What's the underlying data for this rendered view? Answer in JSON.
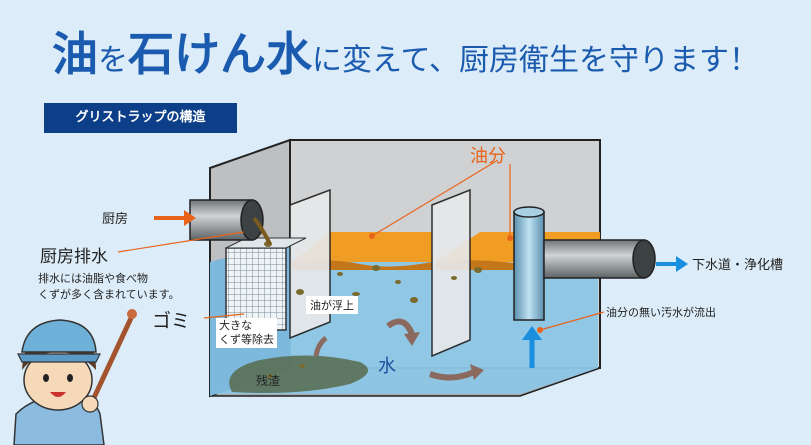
{
  "title": {
    "part1": "油",
    "part2": "を",
    "part3": "石けん水",
    "part4": "に変えて、厨房衛生を守ります！"
  },
  "badge": "グリストラップの構造",
  "labels": {
    "kitchen": "厨房",
    "kitchen_drain": "厨房排水",
    "drain_desc_1": "排水には油脂や食べ物",
    "drain_desc_2": "くずが多く含まれています。",
    "trash": "ゴミ",
    "large_waste_1": "大きな",
    "large_waste_2": "くず等除去",
    "oil_float": "油が浮上",
    "water": "水",
    "residue": "残渣",
    "oil": "油分",
    "sewer": "下水道・浄化槽",
    "clean_outflow": "油分の無い汚水が流出"
  },
  "colors": {
    "title_blue": "#1a5bb0",
    "badge_navy": "#0d3f88",
    "water": "#8cc6e6",
    "oil": "#f29a1a",
    "arrow_orange": "#e8641a",
    "arrow_blue": "#1a8fe0"
  }
}
